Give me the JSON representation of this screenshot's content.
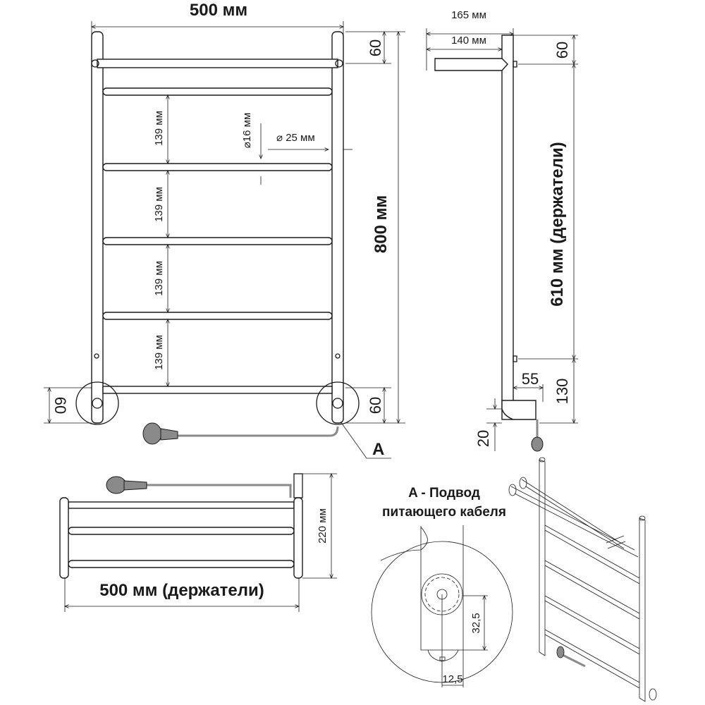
{
  "front_view": {
    "width_label": "500 мм",
    "height_label": "800 мм",
    "top_offset_label": "60",
    "bottom_left_label": "60",
    "bottom_right_label": "60",
    "spacing_labels": [
      "139 мм",
      "139 мм",
      "139 мм",
      "139 мм"
    ],
    "rung_diameter_label": "16 мм",
    "post_diameter_label": "25 мм",
    "detail_marker": "A"
  },
  "side_view": {
    "depth_total_label": "165 мм",
    "arm_length_label": "140 мм",
    "top_offset_label": "60",
    "holders_label": "610 мм (держатели)",
    "bottom_depth_label": "55",
    "bottom_height_label": "130",
    "floor_gap_label": "20"
  },
  "top_view": {
    "holders_width_label": "500 мм (держатели)",
    "depth_label": "220 мм"
  },
  "detail": {
    "title_line1": "A - Подвод",
    "title_line2": "питающего кабеля",
    "vertical_label": "32,5",
    "horizontal_label": "12,5"
  },
  "colors": {
    "line": "#1a1a1a",
    "cable": "#8a8a8a"
  }
}
